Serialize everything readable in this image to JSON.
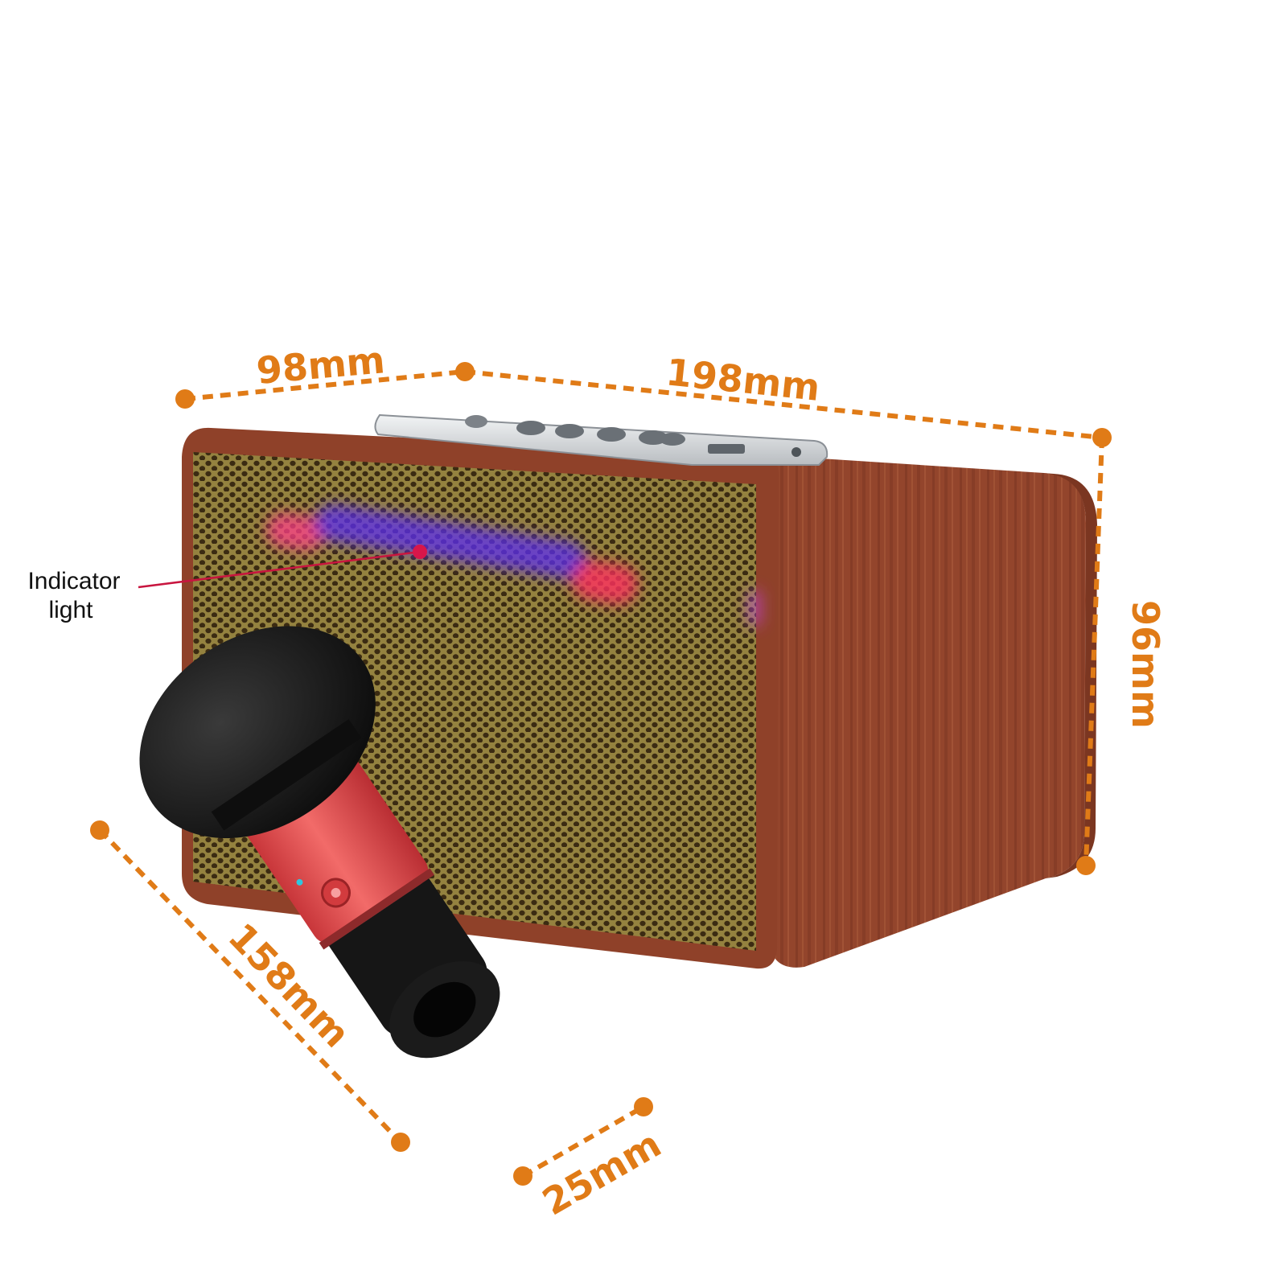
{
  "colors": {
    "dimension": "#e07b17",
    "wood_front": "#8a4028",
    "wood_side": "#a0533a",
    "wood_dark": "#6f2f1d",
    "grille": "#8c7a3e",
    "grille_hole": "#3a2a12",
    "metal_panel": "#dcdfe2",
    "mic_body": "#e8484a",
    "mic_black": "#121212",
    "callout_line": "#c8153f"
  },
  "dimensions": {
    "depth": "98mm",
    "width": "198mm",
    "height": "96mm",
    "mic_length": "158mm",
    "mic_diameter": "25mm"
  },
  "callout": {
    "line1": "Indicator",
    "line2": "light"
  },
  "objects": {
    "speaker": "wooden-speaker",
    "microphone": "wireless-microphone"
  }
}
